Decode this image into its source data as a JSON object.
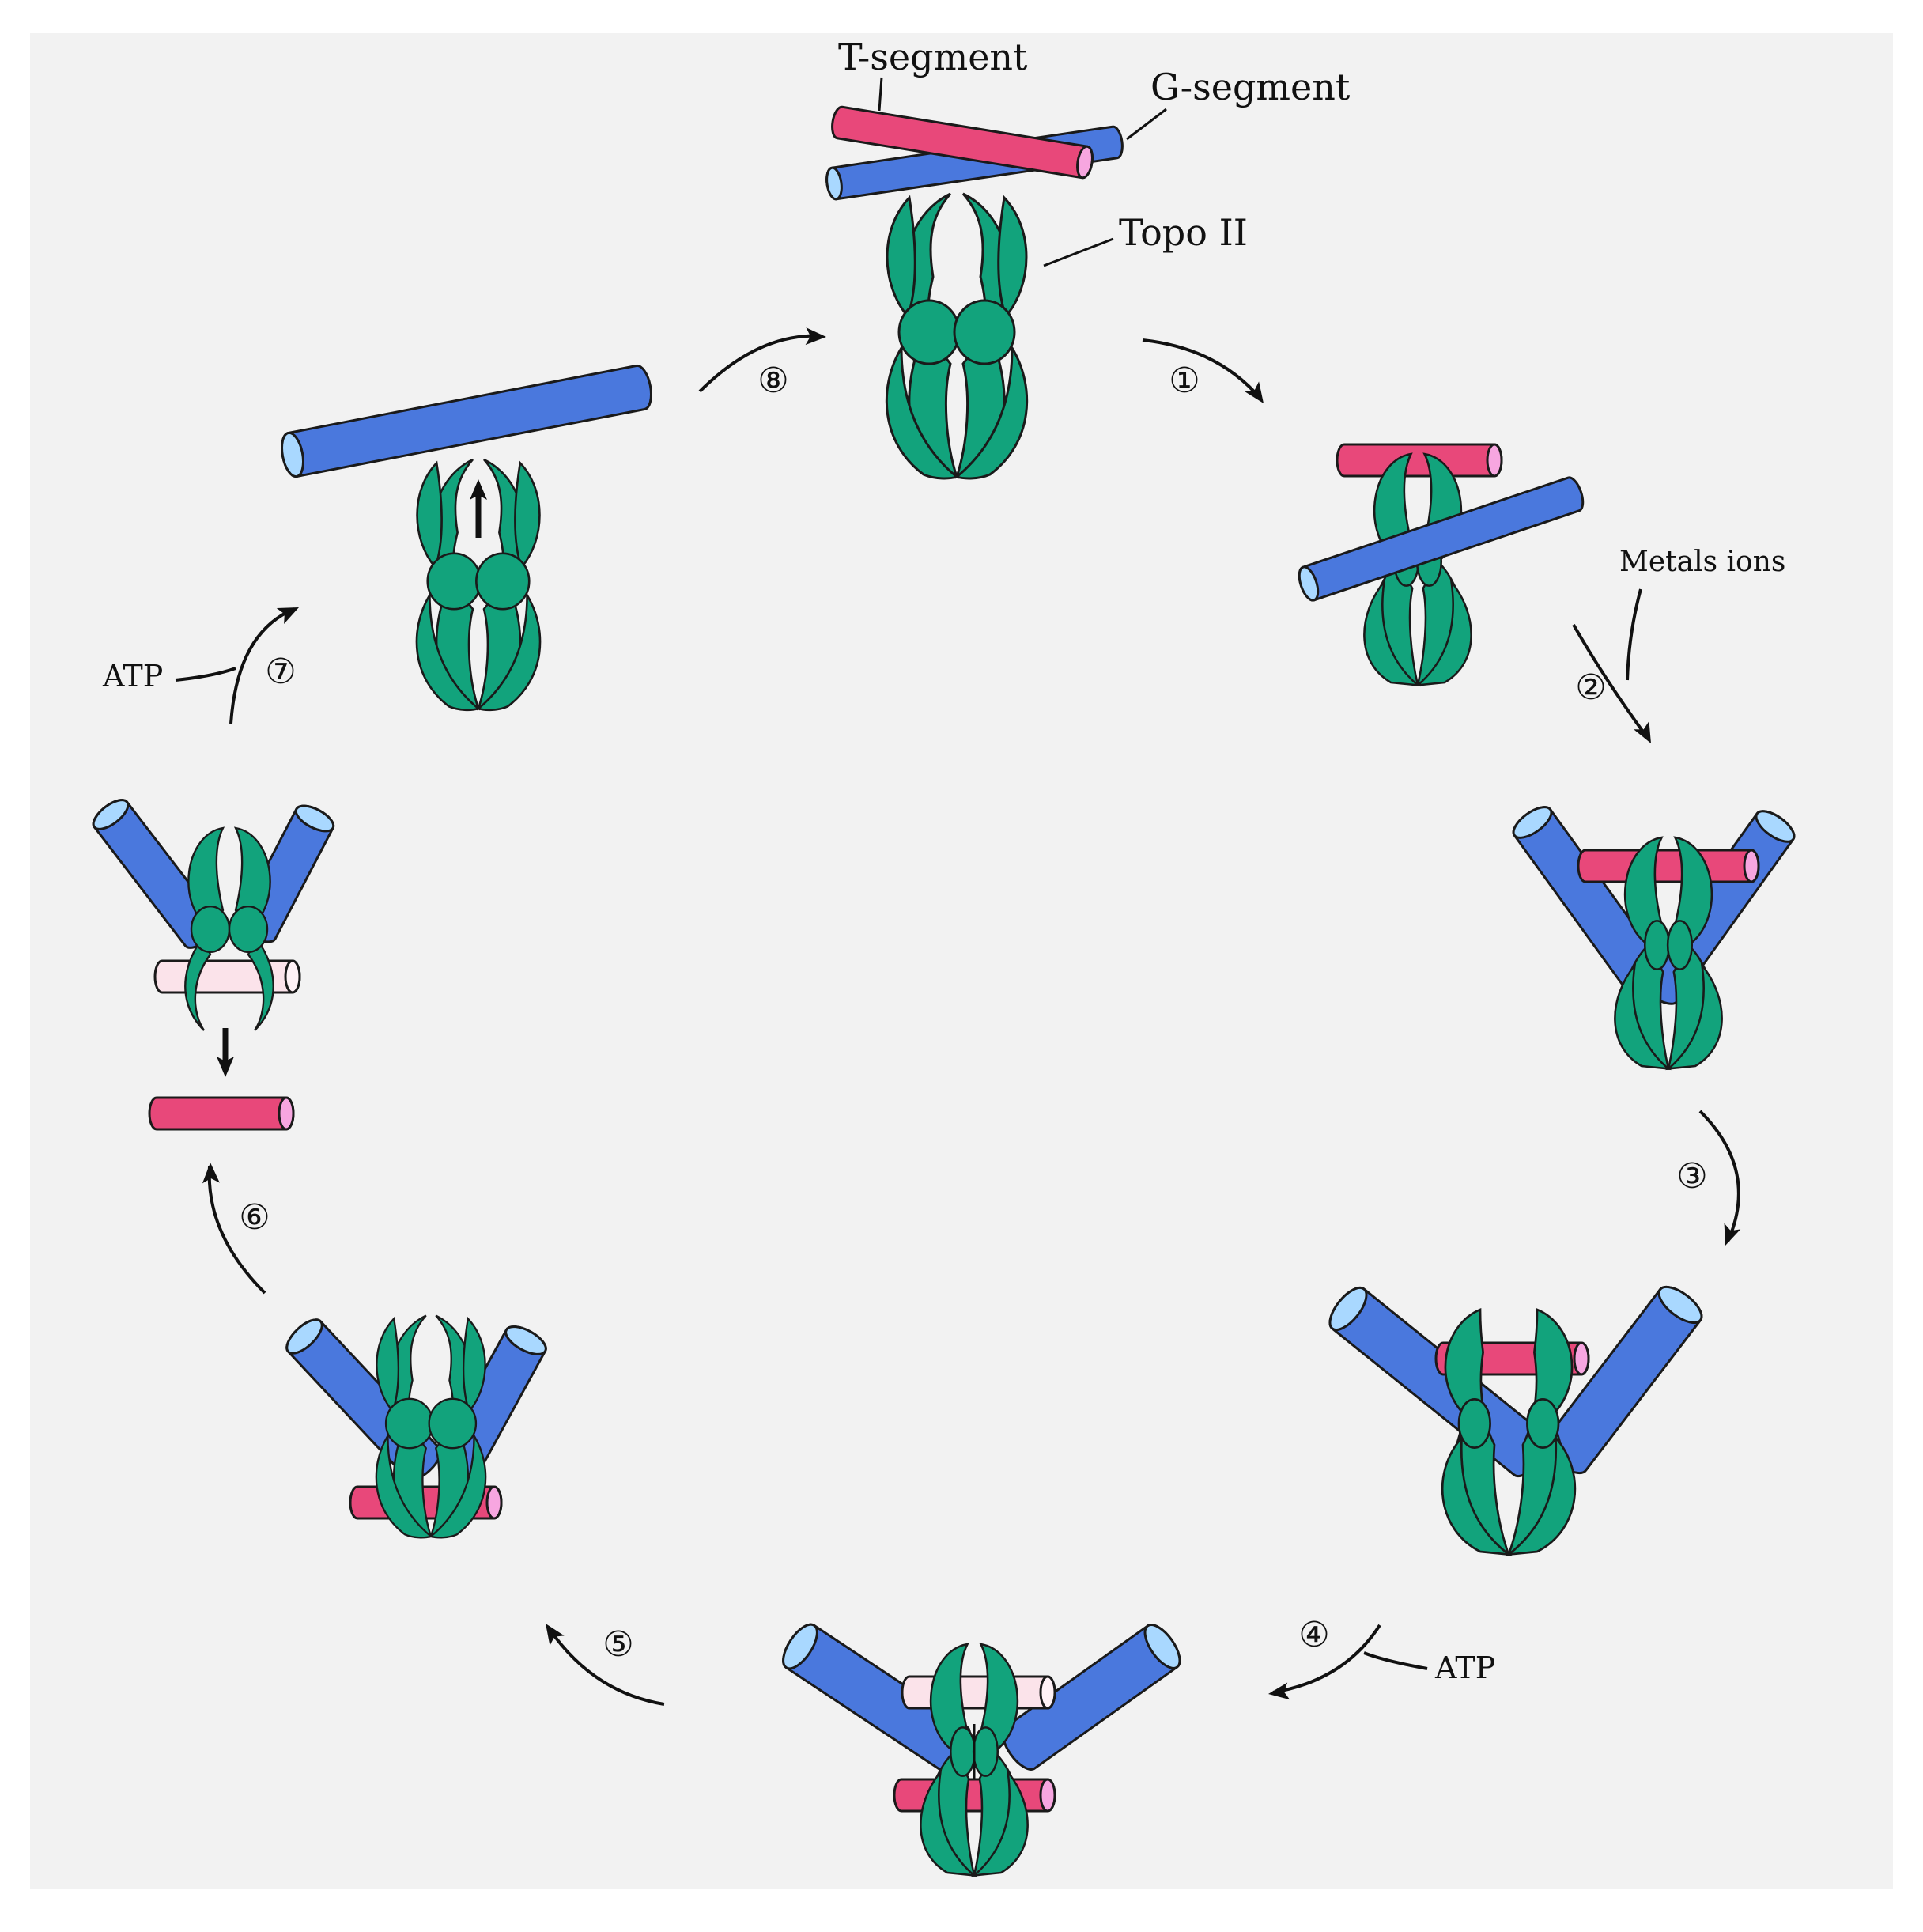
{
  "labels": {
    "t_segment": "T-segment",
    "g_segment": "G-segment",
    "topo": "Topo II",
    "metals": "Metals ions",
    "atp_step4": "ATP",
    "atp_step7": "ATP"
  },
  "steps": [
    "①",
    "②",
    "③",
    "④",
    "⑤",
    "⑥",
    "⑦",
    "⑧"
  ],
  "colors": {
    "background": "#f2f2f2",
    "protein": "#12a37c",
    "g_segment": "#4a78dd",
    "g_segment_end": "#a9d8ff",
    "t_segment": "#e8487a",
    "t_segment_end": "#f7a6e0",
    "t_segment_faded": "#fbe3ea",
    "t_segment_faded_end": "#fff2f6",
    "outline": "#1a1a1a"
  }
}
